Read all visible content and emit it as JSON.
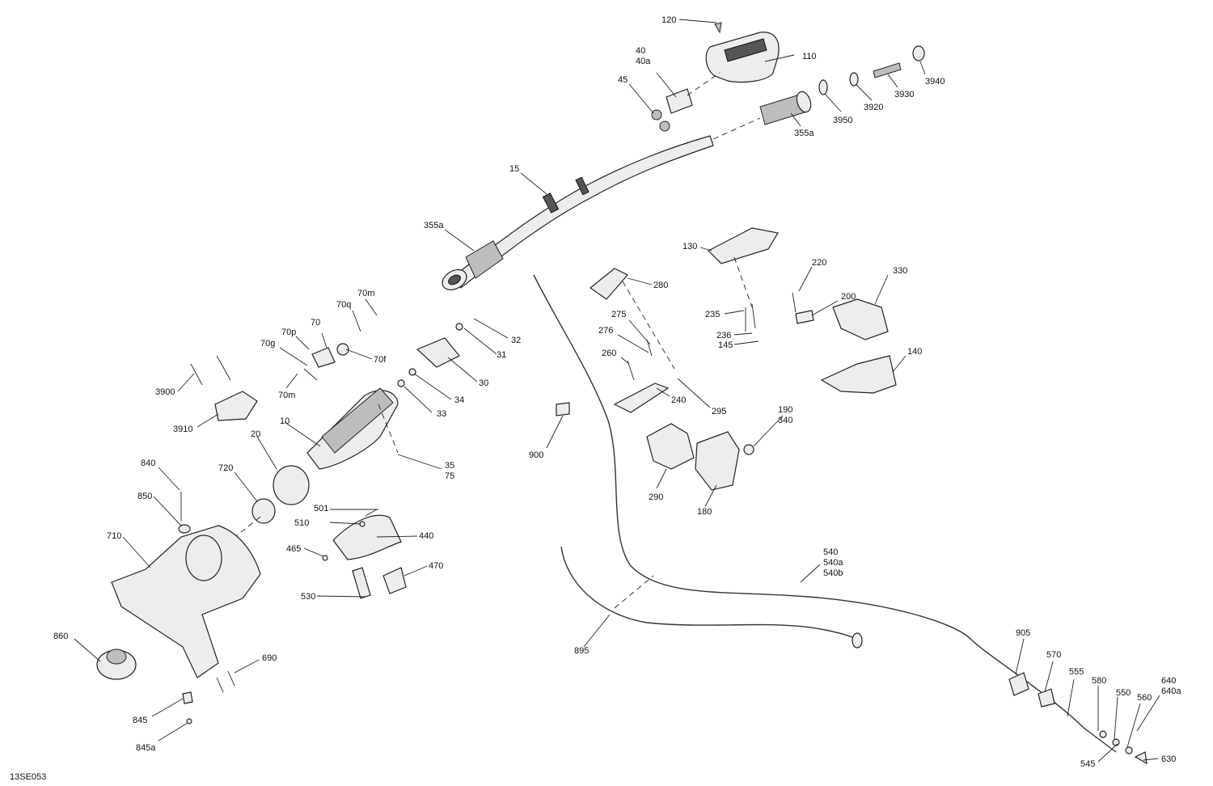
{
  "diagram": {
    "code": "13SE053",
    "callouts": [
      {
        "id": "c120",
        "lines": [
          "120"
        ]
      },
      {
        "id": "c110",
        "lines": [
          "110"
        ]
      },
      {
        "id": "c40",
        "lines": [
          "40",
          "40a"
        ]
      },
      {
        "id": "c45",
        "lines": [
          "45"
        ]
      },
      {
        "id": "c3940",
        "lines": [
          "3940"
        ]
      },
      {
        "id": "c3930",
        "lines": [
          "3930"
        ]
      },
      {
        "id": "c3920",
        "lines": [
          "3920"
        ]
      },
      {
        "id": "c3950",
        "lines": [
          "3950"
        ]
      },
      {
        "id": "c355a_top",
        "lines": [
          "355a"
        ]
      },
      {
        "id": "c15",
        "lines": [
          "15"
        ]
      },
      {
        "id": "c355a_left",
        "lines": [
          "355a"
        ]
      },
      {
        "id": "c130",
        "lines": [
          "130"
        ]
      },
      {
        "id": "c220",
        "lines": [
          "220"
        ]
      },
      {
        "id": "c330",
        "lines": [
          "330"
        ]
      },
      {
        "id": "c280",
        "lines": [
          "280"
        ]
      },
      {
        "id": "c200",
        "lines": [
          "200"
        ]
      },
      {
        "id": "c235",
        "lines": [
          "235"
        ]
      },
      {
        "id": "c236",
        "lines": [
          "236"
        ]
      },
      {
        "id": "c145",
        "lines": [
          "145"
        ]
      },
      {
        "id": "c140",
        "lines": [
          "140"
        ]
      },
      {
        "id": "c275",
        "lines": [
          "275"
        ]
      },
      {
        "id": "c276",
        "lines": [
          "276"
        ]
      },
      {
        "id": "c260",
        "lines": [
          "260"
        ]
      },
      {
        "id": "c240",
        "lines": [
          "240"
        ]
      },
      {
        "id": "c295",
        "lines": [
          "295"
        ]
      },
      {
        "id": "c190",
        "lines": [
          "190",
          "340"
        ]
      },
      {
        "id": "c900",
        "lines": [
          "900"
        ]
      },
      {
        "id": "c290",
        "lines": [
          "290"
        ]
      },
      {
        "id": "c180",
        "lines": [
          "180"
        ]
      },
      {
        "id": "c70m_top",
        "lines": [
          "70m"
        ]
      },
      {
        "id": "c70q",
        "lines": [
          "70q"
        ]
      },
      {
        "id": "c70",
        "lines": [
          "70"
        ]
      },
      {
        "id": "c70p",
        "lines": [
          "70p"
        ]
      },
      {
        "id": "c70g",
        "lines": [
          "70g"
        ]
      },
      {
        "id": "c70f",
        "lines": [
          "70f"
        ]
      },
      {
        "id": "c70m_bot",
        "lines": [
          "70m"
        ]
      },
      {
        "id": "c32",
        "lines": [
          "32"
        ]
      },
      {
        "id": "c31",
        "lines": [
          "31"
        ]
      },
      {
        "id": "c30",
        "lines": [
          "30"
        ]
      },
      {
        "id": "c34",
        "lines": [
          "34"
        ]
      },
      {
        "id": "c33",
        "lines": [
          "33"
        ]
      },
      {
        "id": "c3900",
        "lines": [
          "3900"
        ]
      },
      {
        "id": "c3910",
        "lines": [
          "3910"
        ]
      },
      {
        "id": "c10",
        "lines": [
          "10"
        ]
      },
      {
        "id": "c20",
        "lines": [
          "20"
        ]
      },
      {
        "id": "c35",
        "lines": [
          "35",
          "75"
        ]
      },
      {
        "id": "c840",
        "lines": [
          "840"
        ]
      },
      {
        "id": "c850",
        "lines": [
          "850"
        ]
      },
      {
        "id": "c720",
        "lines": [
          "720"
        ]
      },
      {
        "id": "c710",
        "lines": [
          "710"
        ]
      },
      {
        "id": "c501",
        "lines": [
          "501"
        ]
      },
      {
        "id": "c510",
        "lines": [
          "510"
        ]
      },
      {
        "id": "c440",
        "lines": [
          "440"
        ]
      },
      {
        "id": "c465",
        "lines": [
          "465"
        ]
      },
      {
        "id": "c470",
        "lines": [
          "470"
        ]
      },
      {
        "id": "c530",
        "lines": [
          "530"
        ]
      },
      {
        "id": "c540",
        "lines": [
          "540",
          "540a",
          "540b"
        ]
      },
      {
        "id": "c860",
        "lines": [
          "860"
        ]
      },
      {
        "id": "c690",
        "lines": [
          "690"
        ]
      },
      {
        "id": "c845",
        "lines": [
          "845"
        ]
      },
      {
        "id": "c845a",
        "lines": [
          "845a"
        ]
      },
      {
        "id": "c895",
        "lines": [
          "895"
        ]
      },
      {
        "id": "c905",
        "lines": [
          "905"
        ]
      },
      {
        "id": "c570",
        "lines": [
          "570"
        ]
      },
      {
        "id": "c555",
        "lines": [
          "555"
        ]
      },
      {
        "id": "c580",
        "lines": [
          "580"
        ]
      },
      {
        "id": "c550",
        "lines": [
          "550"
        ]
      },
      {
        "id": "c560",
        "lines": [
          "560"
        ]
      },
      {
        "id": "c640",
        "lines": [
          "640",
          "640a"
        ]
      },
      {
        "id": "c545",
        "lines": [
          "545"
        ]
      },
      {
        "id": "c630",
        "lines": [
          "630"
        ]
      }
    ]
  }
}
